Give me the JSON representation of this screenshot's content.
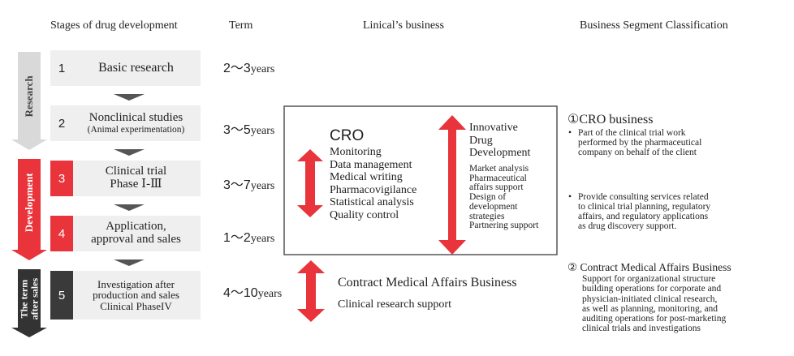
{
  "headers": {
    "stages": "Stages of drug development",
    "term": "Term",
    "business": "Linical’s business",
    "segment": "Business Segment Classification"
  },
  "phases": {
    "research": "Research",
    "development": "Development",
    "after_sales_line1": "The term",
    "after_sales_line2": "after sales"
  },
  "stages": [
    {
      "num": "1",
      "title": "Basic research",
      "sub": ""
    },
    {
      "num": "2",
      "title": "Nonclinical studies",
      "sub": "(Animal experimentation)"
    },
    {
      "num": "3",
      "title": "Clinical trial",
      "sub": "Phase Ⅰ-Ⅲ"
    },
    {
      "num": "4",
      "title": "Application,",
      "sub": "approval and sales"
    },
    {
      "num": "5",
      "title": "Investigation after",
      "sub": "production and sales",
      "sub2": "Clinical PhaseIV"
    }
  ],
  "terms": [
    {
      "range": "2～3",
      "unit": "years"
    },
    {
      "range": "3～5",
      "unit": "years"
    },
    {
      "range": "3～7",
      "unit": "years"
    },
    {
      "range": "1～2",
      "unit": "years"
    },
    {
      "range": "4～10",
      "unit": "years"
    }
  ],
  "cro": {
    "title": "CRO",
    "items": [
      "Monitoring",
      "Data management",
      "Medical writing",
      "Pharmacovigilance",
      "Statistical analysis",
      "Quality control"
    ]
  },
  "innovative": {
    "title_lines": [
      "Innovative",
      "Drug",
      "Development"
    ],
    "items": [
      "Market analysis",
      "Pharmaceutical",
      "affairs support",
      "Design of",
      "development",
      "strategies",
      "Partnering support"
    ]
  },
  "cma": {
    "title": "Contract Medical Affairs Business",
    "item": "Clinical research support"
  },
  "segment1": {
    "title": "①CRO business",
    "bullet1": [
      "Part of the clinical trial work",
      "performed by the pharmaceutical",
      "company on behalf of the client"
    ],
    "bullet2": [
      "Provide consulting services related",
      "to clinical trial planning, regulatory",
      "affairs, and regulatory applications",
      "as drug discovery support."
    ]
  },
  "segment2": {
    "title": "② Contract Medical Affairs Business",
    "lines": [
      "Support for organizational structure",
      "building operations for corporate and",
      "physician-initiated clinical research,",
      "as well as planning, monitoring, and",
      "auditing operations for post-marketing",
      "clinical trials and investigations"
    ]
  },
  "colors": {
    "accent_red": "#e8343a",
    "phase_gray": "#d9d9d9",
    "dark": "#333333",
    "box_gray": "#efefef"
  }
}
